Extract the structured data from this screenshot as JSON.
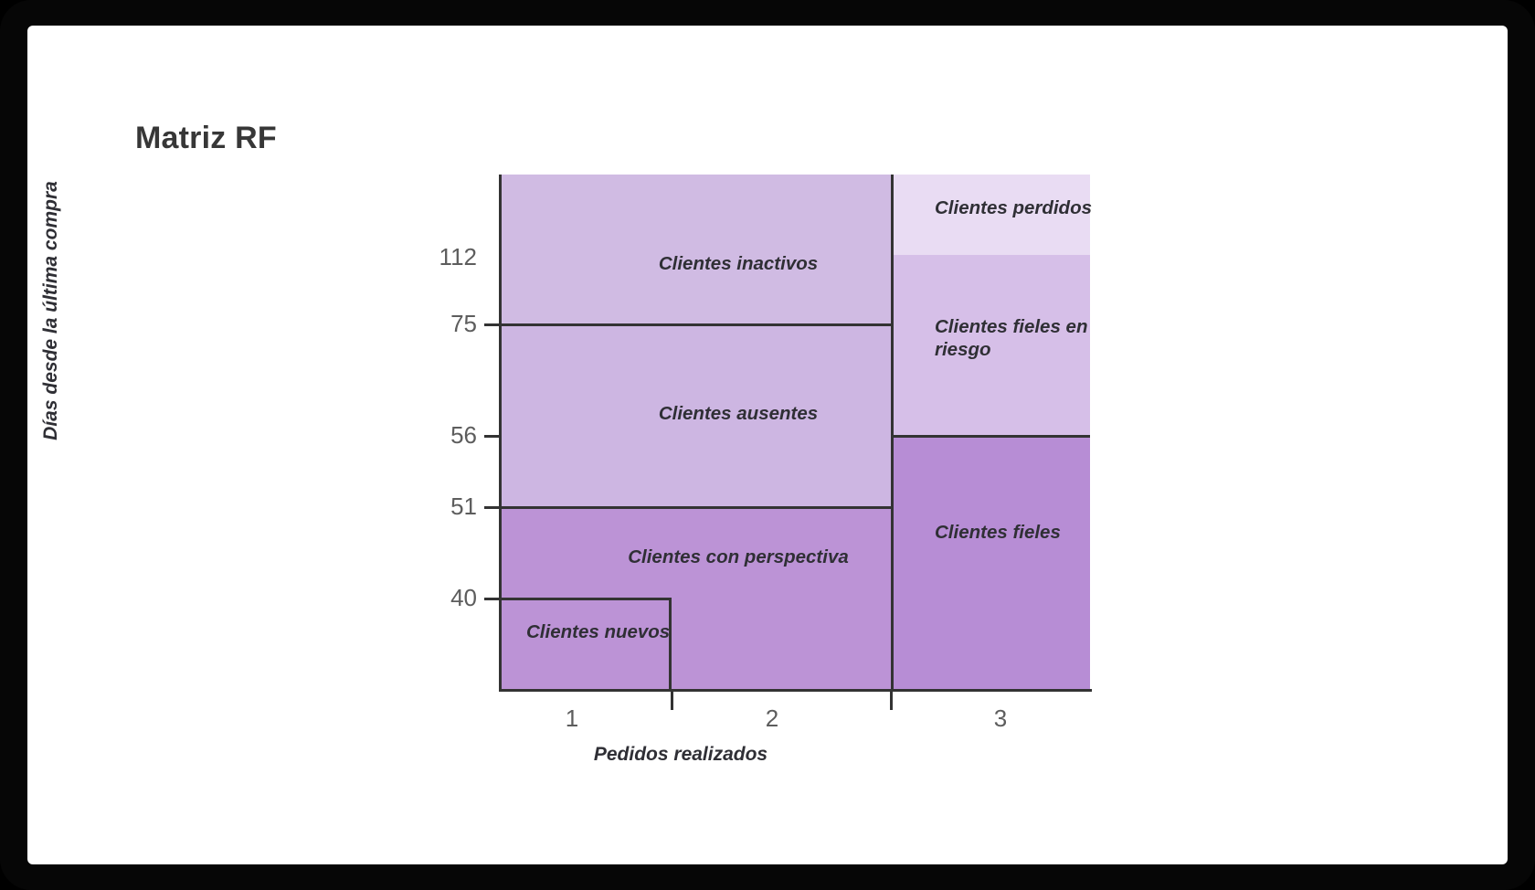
{
  "card": {
    "title": "Matriz RF"
  },
  "chart_data": {
    "type": "heatmap",
    "title": "Matriz RF",
    "xlabel": "Pedidos realizados",
    "ylabel": "Días desde la última compra",
    "x_tick_labels": [
      "1",
      "2",
      "3"
    ],
    "y_tick_labels": [
      "112",
      "75",
      "56",
      "51",
      "40"
    ],
    "grid": false,
    "legend": "none",
    "segments": [
      {
        "name": "Clientes inactivos",
        "label": "Clientes inactivos",
        "orders": "1-2",
        "days_range": "75+",
        "color": "#d0bbe3"
      },
      {
        "name": "Clientes perdidos",
        "label": "Clientes perdidos",
        "orders": "3",
        "days_range": "112+",
        "color": "#e9dcf3"
      },
      {
        "name": "Clientes fieles en riesgo",
        "label": "Clientes fieles en riesgo",
        "orders": "3",
        "days_range": "56-112",
        "color": "#d6bfe8"
      },
      {
        "name": "Clientes ausentes",
        "label": "Clientes ausentes",
        "orders": "1-2",
        "days_range": "51-75",
        "color": "#cdb6e2"
      },
      {
        "name": "Clientes con perspectiva",
        "label": "Clientes con perspectiva",
        "orders": "1-2",
        "days_range": "0-51",
        "color": "#bc93d6"
      },
      {
        "name": "Clientes nuevos",
        "label": "Clientes nuevos",
        "orders": "1",
        "days_range": "0-40",
        "color": "#bc93d6"
      },
      {
        "name": "Clientes fieles",
        "label": "Clientes fieles",
        "orders": "3",
        "days_range": "0-56",
        "color": "#b78dd5"
      }
    ]
  },
  "colors": {
    "frame": "#060606",
    "card": "#ffffff",
    "title_text": "#373737",
    "axis_line": "#333333",
    "tick_text": "#5d5d5d",
    "label_text": "#2f2f35"
  }
}
